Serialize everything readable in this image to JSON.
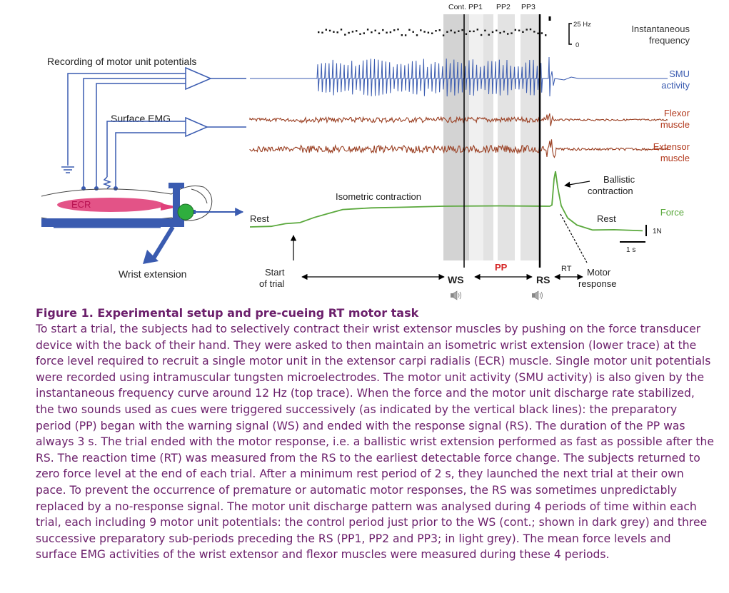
{
  "figure": {
    "periods": [
      "Cont.",
      "PP1",
      "PP2",
      "PP3"
    ],
    "freq_scale_top": "25 Hz",
    "freq_scale_bottom": "0",
    "freq_label": [
      "Instantaneous",
      "frequency"
    ],
    "recording_label": "Recording of motor unit potentials",
    "emg_label": "Surface EMG",
    "ecr_label": "ECR",
    "wrist_label": "Wrist extension",
    "smu_label": [
      "SMU",
      "activity"
    ],
    "flexor_label": [
      "Flexor",
      "muscle"
    ],
    "extensor_label": [
      "Extensor",
      "muscle"
    ],
    "ballistic_label": [
      "Ballistic",
      "contraction"
    ],
    "isometric_label": "Isometric contraction",
    "rest_left": "Rest",
    "rest_right": "Rest",
    "force_label": "Force",
    "force_scale": "1N",
    "time_scale": "1 s",
    "start_label": [
      "Start",
      "of trial"
    ],
    "ws_label": "WS",
    "pp_label": "PP",
    "rs_label": "RS",
    "rt_label": "RT",
    "motor_label": [
      "Motor",
      "response"
    ],
    "colors": {
      "smu": "#3a5bb0",
      "emg": "#9a3f22",
      "force": "#5aa83c",
      "period_shade": "#d6d6d6",
      "ecr": "#e0407a",
      "pp_text": "#d42020",
      "caption": "#6b1f6b"
    }
  },
  "caption": {
    "title": "Figure 1.  Experimental setup and pre-cueing RT motor task",
    "body": "To start a trial, the subjects had to selectively contract their wrist extensor muscles by pushing on the force transducer device with the back of their hand. They were asked to then maintain an isometric wrist extension (lower trace) at the force level required to recruit a single motor unit in the extensor carpi radialis (ECR) muscle. Single motor unit potentials were recorded using intramuscular tungsten microelectrodes. The motor unit activity (SMU activity) is also given by the instantaneous frequency curve around 12 Hz (top trace). When the force and the motor unit discharge rate stabilized, the two sounds used as cues were triggered successively (as indicated by the vertical black lines): the preparatory period (PP) began with the warning signal (WS) and ended with the response signal (RS). The duration of the PP was always 3 s. The trial ended with the motor response, i.e. a ballistic wrist extension performed as fast as possible after the RS. The reaction time (RT) was measured from the RS to the earliest detectable force change. The subjects returned to zero force level at the end of each trial. After a minimum rest period of 2 s, they launched the next trial at their own pace. To prevent the occurrence of premature or automatic motor responses, the RS was sometimes unpredictably replaced by a no-response signal. The motor unit discharge pattern was analysed during 4 periods of time within each trial, each including 9 motor unit potentials: the control period just prior to the WS (cont.; shown in dark grey) and three successive preparatory sub-periods preceding the RS (PP1, PP2 and PP3; in light grey). The mean force levels and surface EMG activities of the wrist extensor and flexor muscles were measured during these 4 periods."
  }
}
